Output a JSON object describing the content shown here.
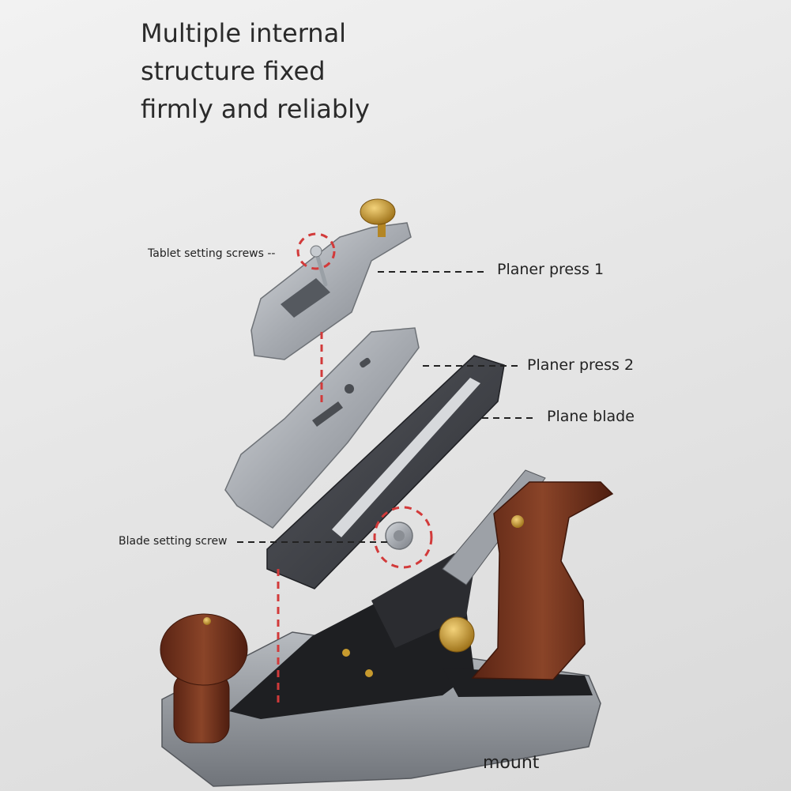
{
  "heading": {
    "line1": "Multiple internal",
    "line2": "structure fixed",
    "line3": "firmly and reliably"
  },
  "labels": {
    "tablet_setting_screws": "Tablet setting screws --",
    "planer_press_1": "Planer press 1",
    "planer_press_2": "Planer press 2",
    "plane_blade": "Plane blade",
    "blade_setting_screw": "Blade setting screw",
    "mount": "mount"
  },
  "colors": {
    "background": "#e6e6e6",
    "steel": "#a9adb3",
    "blade_dark": "#3e4046",
    "body_black": "#1e1f22",
    "wood": "#7a3a22",
    "brass": "#c79a2e",
    "red_dashes": "#d23a3a"
  }
}
